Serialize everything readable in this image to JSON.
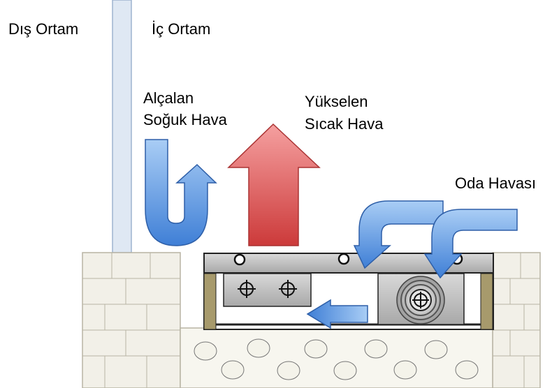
{
  "labels": {
    "outside": "Dış Ortam",
    "inside": "İç Ortam",
    "falling_cold_air": [
      "Alçalan",
      "Soğuk Hava"
    ],
    "rising_warm_air": [
      "Yükselen",
      "Sıcak Hava"
    ],
    "room_air": "Oda Havası"
  },
  "colors": {
    "cold_arrow": "#4f8fe0",
    "warm_arrow": "#e05555",
    "brick": "#f2f0e8",
    "floor": "#f7f6ef",
    "window_frame": "#dde6f2",
    "grille": "#c9c9c9",
    "post": "#a79a6c"
  }
}
